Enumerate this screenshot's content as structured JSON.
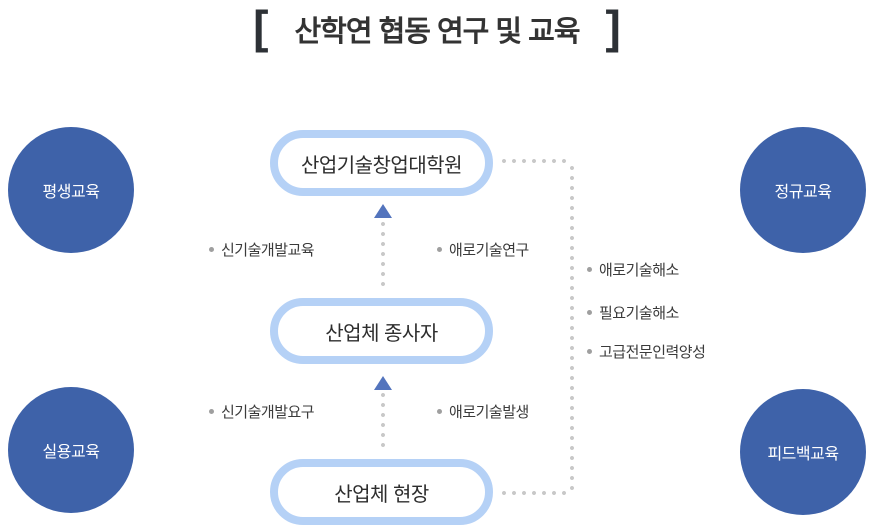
{
  "title": {
    "bracket_left": "[",
    "text": "산학연 협동 연구 및 교육",
    "bracket_right": "]"
  },
  "circles": [
    {
      "label": "평생교육",
      "position": "top-left"
    },
    {
      "label": "정규교육",
      "position": "top-right"
    },
    {
      "label": "실용교육",
      "position": "bottom-left"
    },
    {
      "label": "피드백교육",
      "position": "bottom-right"
    }
  ],
  "nodes": [
    {
      "label": "산업기술창업대학원"
    },
    {
      "label": "산업체 종사자"
    },
    {
      "label": "산업체 현장"
    }
  ],
  "flow_labels": {
    "upper_left": "신기술개발교육",
    "upper_right": "애로기술연구",
    "lower_left": "신기술개발요구",
    "lower_right": "애로기술발생"
  },
  "right_list": [
    {
      "label": "애로기술해소"
    },
    {
      "label": "필요기술해소"
    },
    {
      "label": "고급전문인력양성"
    }
  ],
  "colors": {
    "circle_blue": "#3e62a9",
    "pill_border": "#b5d1f6",
    "arrow_blue": "#5374bd",
    "dot_gray": "#c8c8c8",
    "text_dark": "#333333"
  }
}
